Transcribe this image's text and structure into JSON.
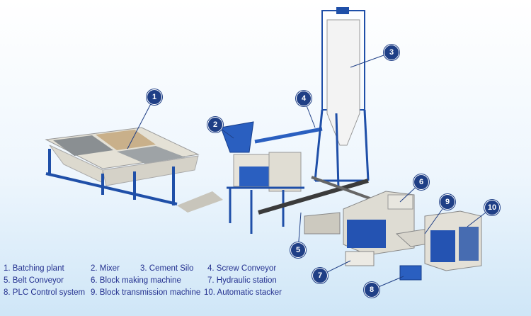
{
  "markers": [
    "1",
    "2",
    "3",
    "4",
    "5",
    "6",
    "7",
    "8",
    "9",
    "10"
  ],
  "legend": [
    "1. Batching plant",
    "2. Mixer",
    "3. Cement Silo",
    "4. Screw Conveyor",
    "5. Belt Conveyor",
    "6. Block making machine",
    "7. Hydraulic station",
    "8. PLC Control system",
    "9. Block transmission machine",
    "10. Automatic stacker"
  ],
  "colors": {
    "frame": "#1f4fa8",
    "hopper": "#e9e6dc",
    "marker": "#1f3f86",
    "legend_text": "#23308f"
  }
}
